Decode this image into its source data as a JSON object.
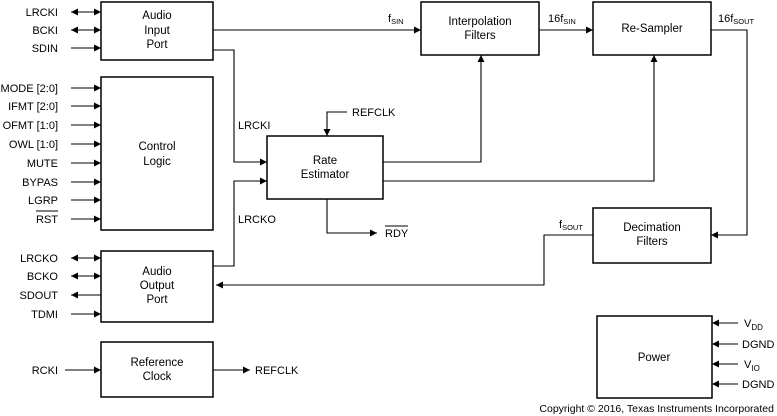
{
  "blocks": {
    "audio_input_port": [
      "Audio",
      "Input",
      "Port"
    ],
    "control_logic": [
      "Control",
      "Logic"
    ],
    "audio_output_port": [
      "Audio",
      "Output",
      "Port"
    ],
    "reference_clock": [
      "Reference",
      "Clock"
    ],
    "interpolation_filters": [
      "Interpolation",
      "Filters"
    ],
    "re_sampler": [
      "Re-Sampler"
    ],
    "rate_estimator": [
      "Rate",
      "Estimator"
    ],
    "decimation_filters": [
      "Decimation",
      "Filters"
    ],
    "power": [
      "Power"
    ]
  },
  "pins": {
    "input_port": [
      "LRCKI",
      "BCKI",
      "SDIN"
    ],
    "control": [
      "MODE [2:0]",
      "IFMT [2:0]",
      "OFMT [1:0]",
      "OWL [1:0]",
      "MUTE",
      "BYPAS",
      "LGRP",
      "RST"
    ],
    "output_port": [
      "LRCKO",
      "BCKO",
      "SDOUT",
      "TDMI"
    ],
    "ref_clock": "RCKI",
    "power": [
      {
        "main": "V",
        "sub": "DD"
      },
      {
        "main": "DGND",
        "sub": ""
      },
      {
        "main": "V",
        "sub": "IO"
      },
      {
        "main": "DGND",
        "sub": ""
      }
    ]
  },
  "signals": {
    "refclk_in": "REFCLK",
    "refclk_out": "REFCLK",
    "lrcki": "LRCKI",
    "lrcko": "LRCKO",
    "rdy": "RDY",
    "fsin": {
      "main": "f",
      "sub": "SIN"
    },
    "sixteen_fsin": {
      "main": "16f",
      "sub": "SIN"
    },
    "sixteen_fsout": {
      "main": "16f",
      "sub": "SOUT"
    },
    "fsout": {
      "main": "f",
      "sub": "SOUT"
    }
  },
  "copyright": "Copyright © 2016, Texas Instruments Incorporated"
}
